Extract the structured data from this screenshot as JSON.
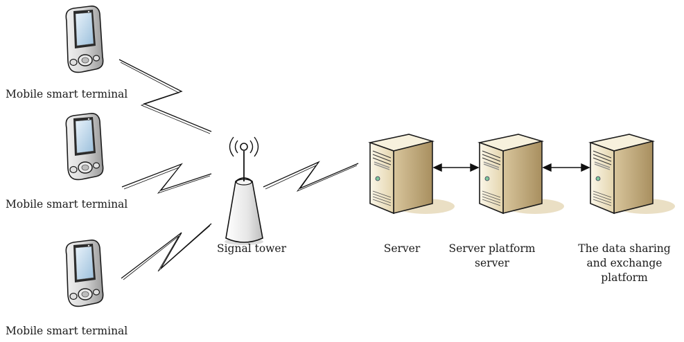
{
  "phones": [
    {
      "label": "Mobile smart terminal"
    },
    {
      "label": "Mobile smart terminal"
    },
    {
      "label": "Mobile smart terminal"
    }
  ],
  "tower": {
    "label": "Signal tower"
  },
  "servers": [
    {
      "lines": [
        "Server"
      ]
    },
    {
      "lines": [
        "Server platform",
        "server"
      ]
    },
    {
      "lines": [
        "The data sharing",
        "and exchange",
        "platform"
      ]
    }
  ],
  "colors": {
    "phone_body": "#c8c8c8",
    "phone_screen": "#b9d6ea",
    "server_front": "#ede2c4",
    "server_side": "#c9b48a",
    "server_shadow": "#e8dcc0",
    "line": "#111111"
  },
  "icons": {
    "phone": "mobile-phone-icon",
    "tower": "signal-tower-icon",
    "server": "server-tower-icon",
    "link": "lightning-wireless-link-icon",
    "arrow": "double-arrow-icon"
  }
}
